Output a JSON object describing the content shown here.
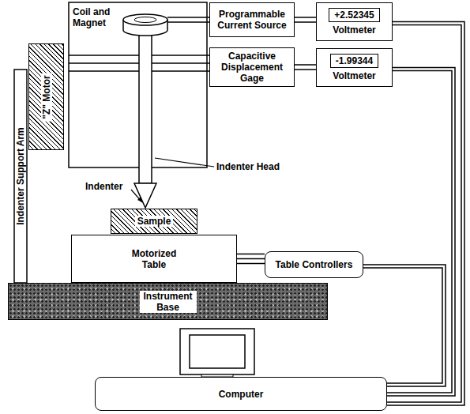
{
  "diagram": {
    "nodes": [
      {
        "text": [
          "Programmable Current Source"
        ]
      },
      {
        "text": [
          "+2.52345",
          "Voltmeter"
        ]
      },
      {
        "text": [
          "\"Z\" Motor"
        ]
      },
      {
        "text": [
          "Capacitive Displacement Gage"
        ]
      },
      {
        "text": [
          "-1.99344",
          "Voltmeter"
        ]
      },
      {
        "text": [
          "Sample"
        ]
      },
      {
        "text": [
          "Motorized Table"
        ]
      },
      {
        "text": [
          "Table Controllers"
        ]
      },
      {
        "text": [
          "Instrument Base"
        ]
      },
      {
        "text": [
          "Computer"
        ]
      }
    ],
    "edges": [
      {
        "from": 0,
        "to": 1,
        "arrow": "none"
      },
      {
        "from": 3,
        "to": 4,
        "arrow": "none"
      },
      {
        "from": 1,
        "to": 9,
        "arrow": "none"
      },
      {
        "from": 4,
        "to": 9,
        "arrow": "none"
      },
      {
        "from": 6,
        "to": 7,
        "arrow": "none"
      },
      {
        "from": 7,
        "to": 9,
        "arrow": "none"
      }
    ],
    "labels": [
      "Coil and Magnet",
      "Indenter Support Arm",
      "Indenter Head",
      "Indenter"
    ]
  }
}
